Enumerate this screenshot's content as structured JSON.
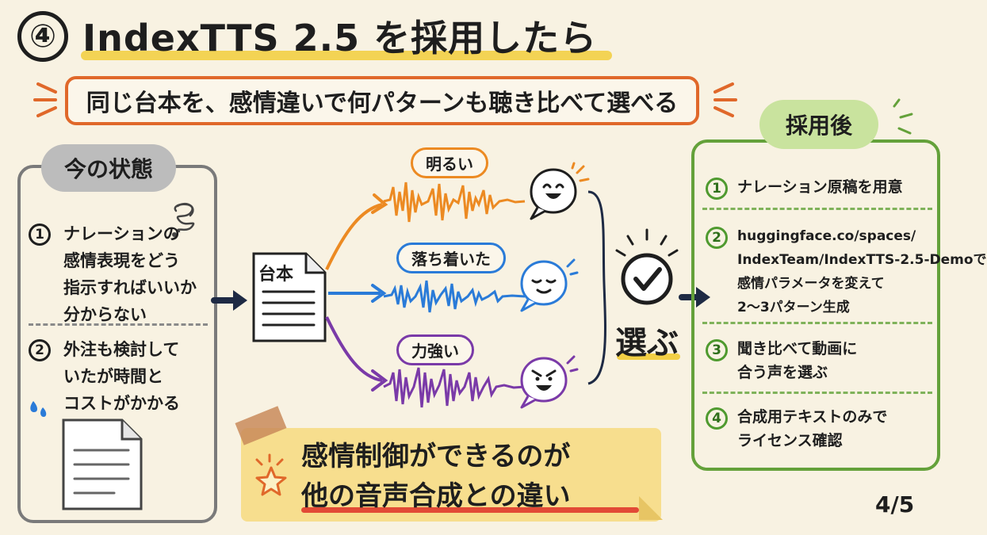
{
  "header": {
    "number": "④",
    "title": "IndexTTS 2.5 を採用したら",
    "subtitle": "同じ台本を、感情違いで何パターンも聴き比べて選べる"
  },
  "current_state": {
    "badge": "今の状態",
    "items": [
      {
        "number": "1",
        "lines": [
          "ナレーションの",
          "感情表現をどう",
          "指示すればいいか",
          "分からない"
        ]
      },
      {
        "number": "2",
        "lines": [
          "外注も検討して",
          "いたが時間と",
          "コストがかかる"
        ]
      }
    ]
  },
  "script_label": "台本",
  "emotions": [
    {
      "label": "明るい",
      "color": "#ec8a22"
    },
    {
      "label": "落ち着いた",
      "color": "#2a7bd8"
    },
    {
      "label": "力強い",
      "color": "#7a3aa8"
    }
  ],
  "choose_label": "選ぶ",
  "after": {
    "badge": "採用後",
    "items": [
      {
        "number": "1",
        "lines": [
          "ナレーション原稿を用意"
        ]
      },
      {
        "number": "2",
        "lines": [
          "huggingface.co/spaces/",
          "IndexTeam/IndexTTS-2.5-Demoで",
          "感情パラメータを変えて",
          "2〜3パターン生成"
        ]
      },
      {
        "number": "3",
        "lines": [
          "聞き比べて動画に",
          "合う声を選ぶ"
        ]
      },
      {
        "number": "4",
        "lines": [
          "合成用テキストのみで",
          "ライセンス確認"
        ]
      }
    ]
  },
  "callout": {
    "line1": "感情制御ができるのが",
    "line2": "他の音声合成との違い"
  },
  "page": "4/5",
  "colors": {
    "orange": "#ec8a22",
    "blue": "#2a7bd8",
    "purple": "#7a3aa8",
    "green": "#64a13a",
    "accent_red": "#e0682a"
  }
}
